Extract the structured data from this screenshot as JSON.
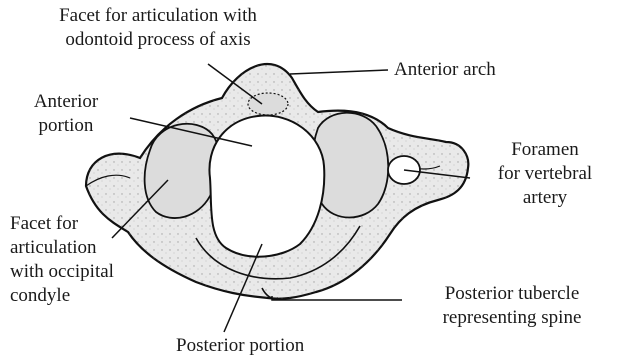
{
  "diagram": {
    "colors": {
      "bone_fill": "#e9e9e9",
      "bone_stroke": "#111111",
      "canal_fill": "#ffffff",
      "facet_fill": "#dcdcdc",
      "leader": "#111111",
      "text": "#1a1a1a"
    },
    "labels": {
      "facet_odontoid": [
        "Facet for articulation with",
        "odontoid process of axis"
      ],
      "anterior_arch": [
        "Anterior arch"
      ],
      "anterior_portion": [
        "Anterior",
        "portion"
      ],
      "foramen": [
        "Foramen",
        "for vertebral",
        "artery"
      ],
      "facet_occipital": [
        "Facet for",
        "articulation",
        "with occipital",
        "condyle"
      ],
      "posterior_tubercle": [
        "Posterior tubercle",
        "representing spine"
      ],
      "posterior_portion": [
        "Posterior portion"
      ]
    }
  }
}
